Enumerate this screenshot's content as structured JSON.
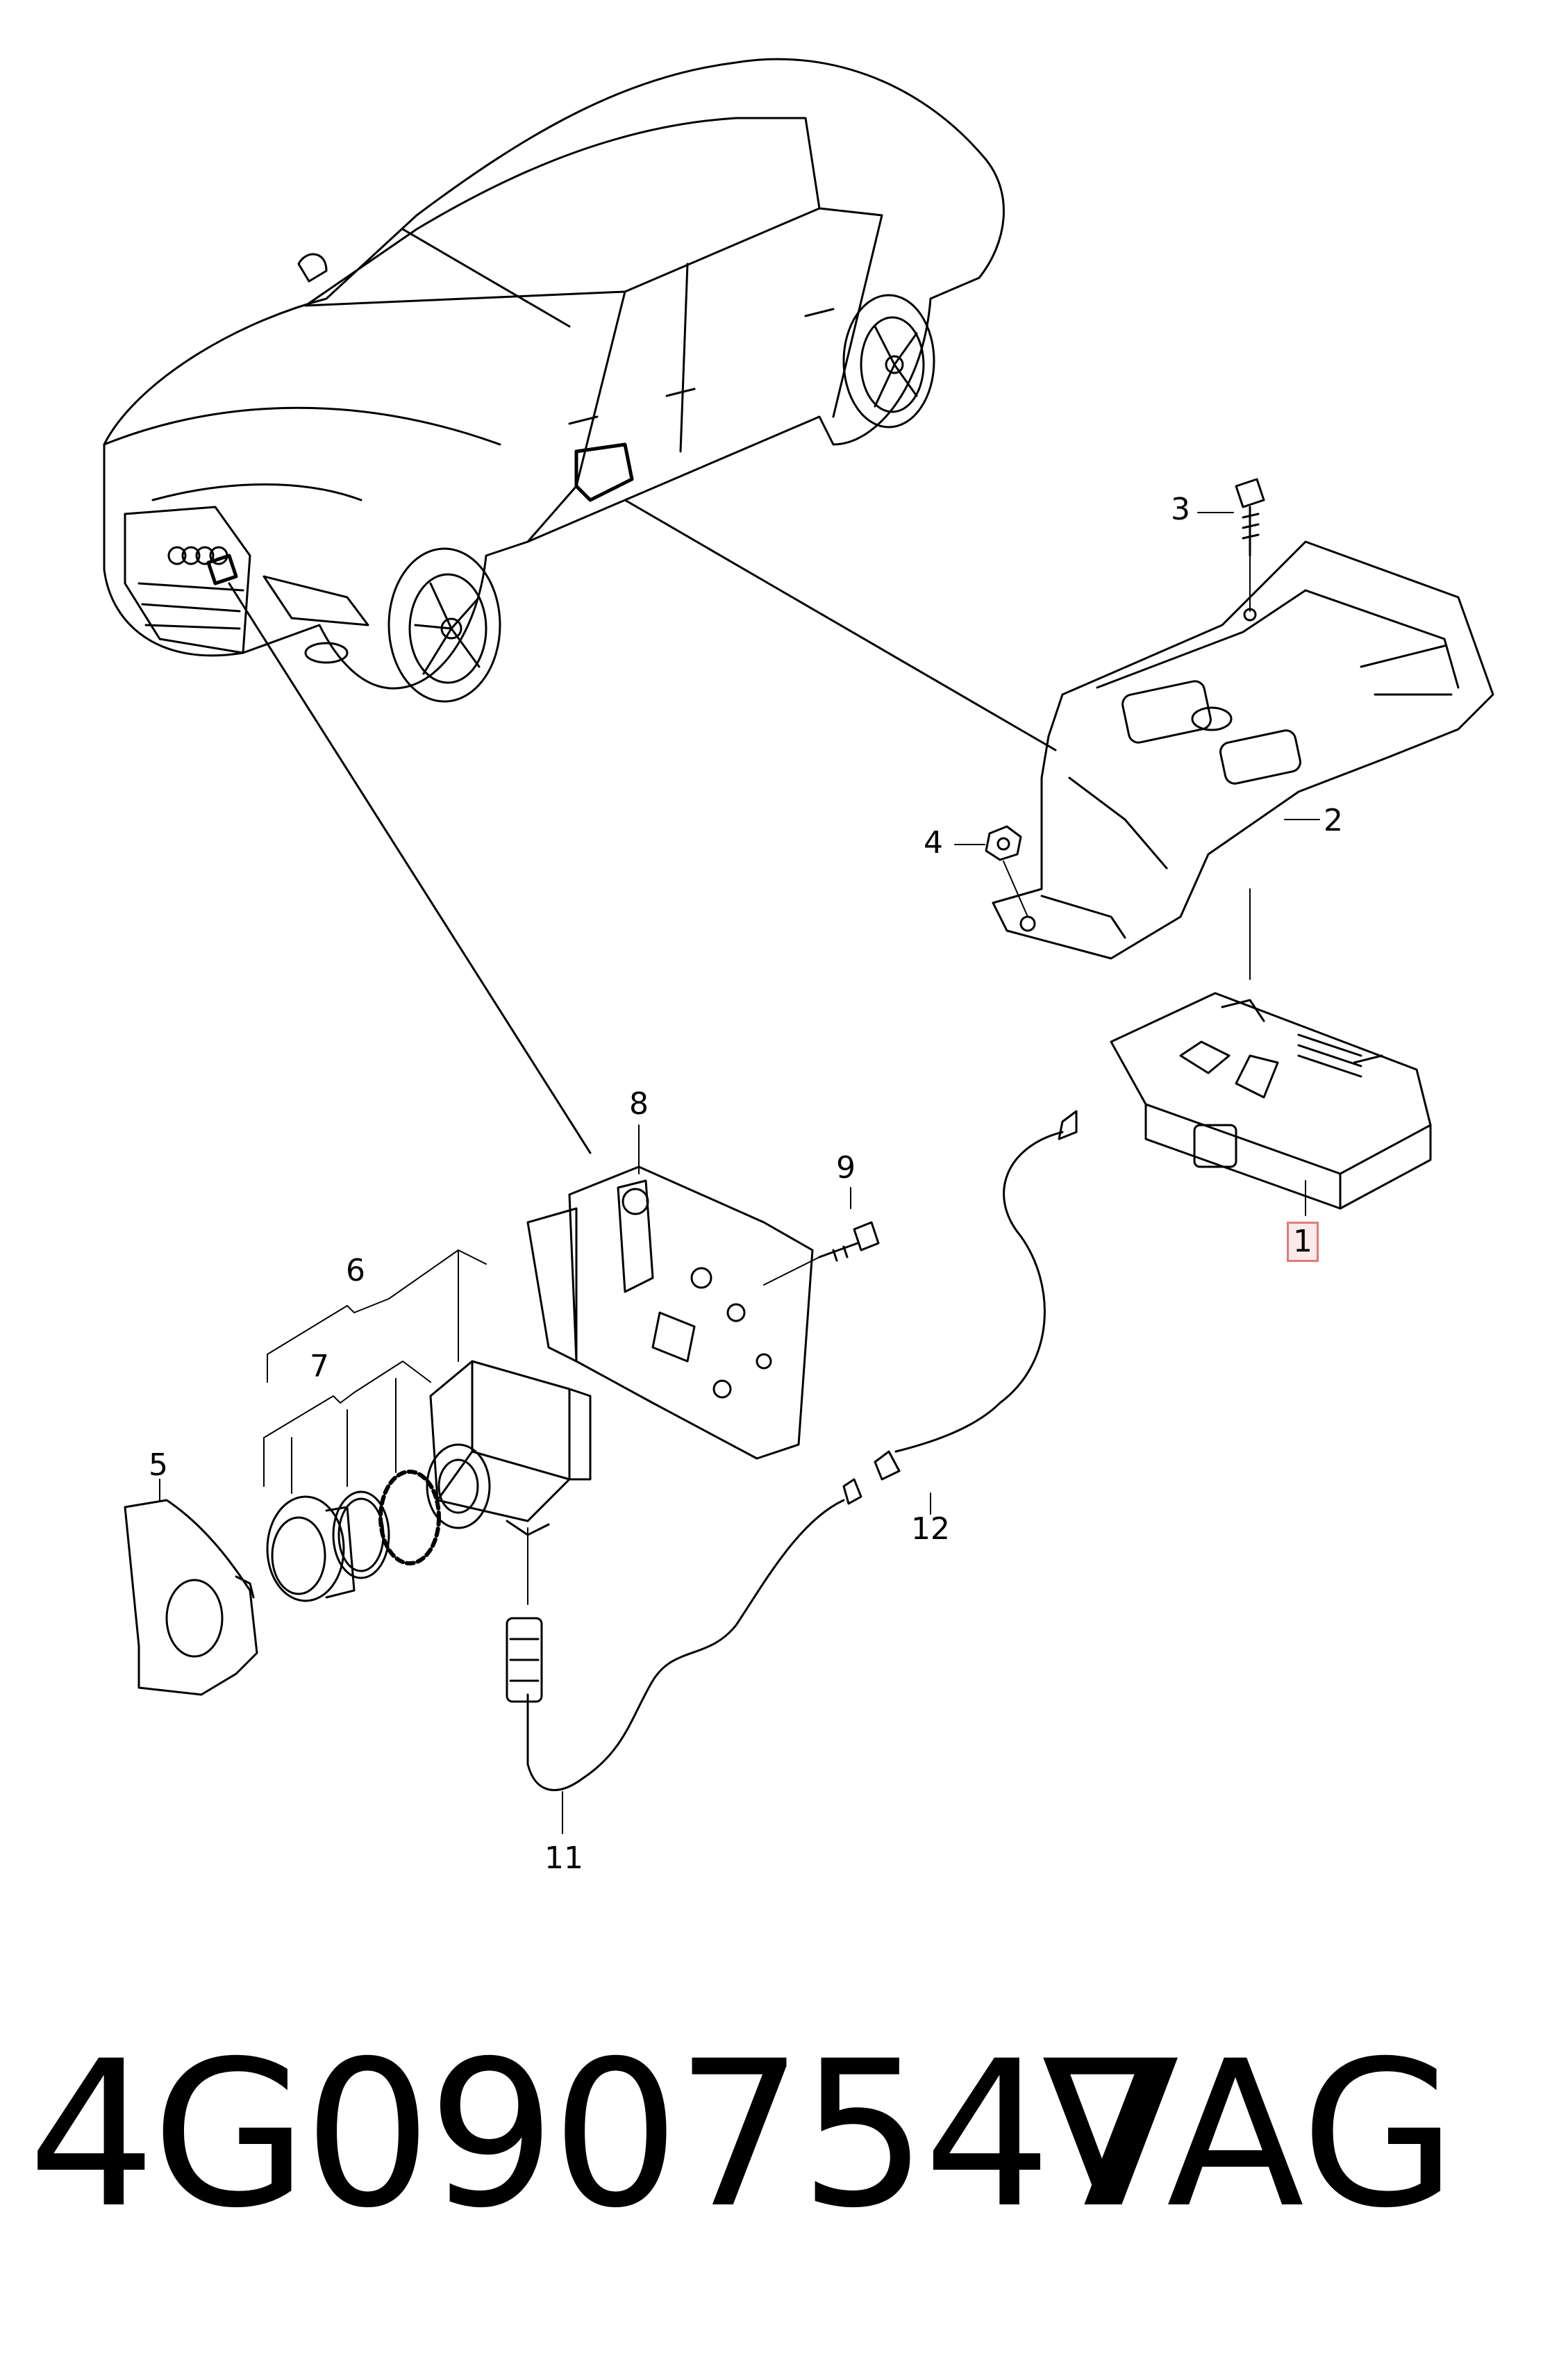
{
  "callouts": [
    "1",
    "2",
    "3",
    "4",
    "5",
    "6",
    "7",
    "8",
    "9",
    "11",
    "12"
  ],
  "highlighted_callout": "1",
  "part_number": "4G0907547",
  "brand": "VAG",
  "colors": {
    "ink": "#000000",
    "highlight_border": "#e07a7a",
    "highlight_fill": "#fbeaea"
  }
}
